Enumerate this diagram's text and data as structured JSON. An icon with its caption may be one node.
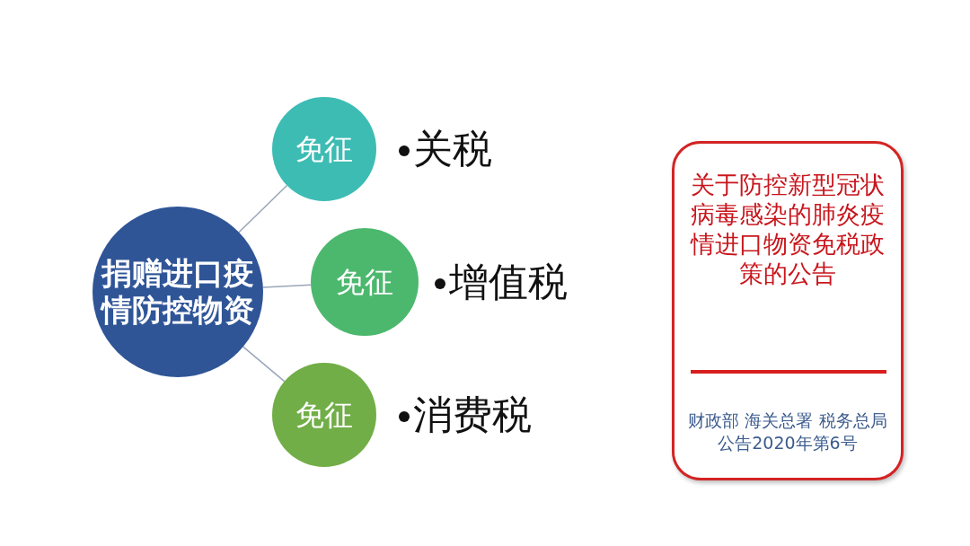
{
  "diagram": {
    "nodes": [
      {
        "text": [
          "捐赠进口疫情防控物资"
        ]
      },
      {
        "text": [
          "免征"
        ],
        "beside": [
          "关税"
        ]
      },
      {
        "text": [
          "免征"
        ],
        "beside": [
          "增值税"
        ]
      },
      {
        "text": [
          "免征"
        ],
        "beside": [
          "消费税"
        ]
      },
      {
        "text": [
          "关于防控新型冠状病毒感染的肺炎疫情进口物资免税政策的公告",
          "财政部 海关总署 税务总局公告2020年第6号"
        ]
      }
    ],
    "edges": [
      {
        "from": 0,
        "to": 1,
        "arrow": "none"
      },
      {
        "from": 0,
        "to": 2,
        "arrow": "none"
      },
      {
        "from": 0,
        "to": 3,
        "arrow": "none"
      }
    ]
  }
}
